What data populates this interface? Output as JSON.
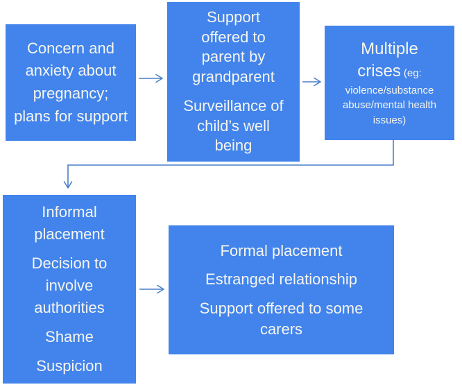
{
  "colors": {
    "background": "#ffffff",
    "box_fill": "#4284ec",
    "box_text": "#f6f5ef",
    "connector": "#4a7fc9"
  },
  "flowchart": {
    "boxes": {
      "concern": {
        "text": "Concern and anxiety about pregnancy; plans for support"
      },
      "support": {
        "paragraphs": [
          "Support offered to parent by grandparent",
          "Surveillance of child’s well being"
        ]
      },
      "crises": {
        "title": "Multiple crises",
        "detail": "(eg: violence/substance abuse/mental health issues)"
      },
      "informal": {
        "paragraphs": [
          "Informal placement",
          "Decision to involve authorities",
          "Shame",
          "Suspicion"
        ]
      },
      "formal": {
        "paragraphs": [
          "Formal placement",
          "Estranged relationship",
          "Support offered to some carers"
        ]
      }
    },
    "connectors": [
      {
        "name": "concern-to-support",
        "type": "arrow-right"
      },
      {
        "name": "support-to-crises",
        "type": "arrow-right"
      },
      {
        "name": "crises-to-informal",
        "type": "elbow-down-left-down"
      },
      {
        "name": "informal-to-formal",
        "type": "arrow-right"
      }
    ]
  }
}
